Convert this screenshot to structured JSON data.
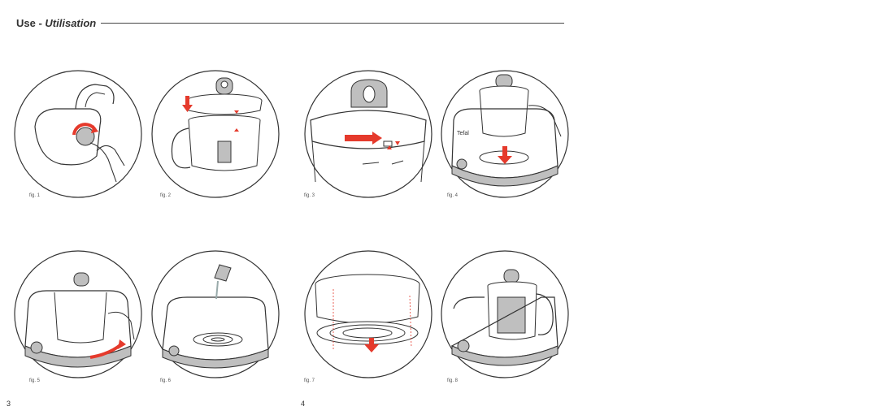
{
  "header": {
    "title_plain": "Use - ",
    "title_italic": "Utilisation"
  },
  "figures": [
    {
      "caption": "fig. 1",
      "icon": "hand-turning-blade-icon"
    },
    {
      "caption": "fig. 2",
      "icon": "assembling-bowl-icon"
    },
    {
      "caption": "fig. 3",
      "icon": "locking-lid-icon"
    },
    {
      "caption": "fig. 4",
      "icon": "placing-bowl-icon"
    },
    {
      "caption": "fig. 5",
      "icon": "rotating-bowl-icon"
    },
    {
      "caption": "fig. 6",
      "icon": "filling-water-icon"
    },
    {
      "caption": "fig. 7",
      "icon": "inserting-steam-basket-icon"
    },
    {
      "caption": "fig. 8",
      "icon": "steaming-icon"
    }
  ],
  "brand": "Tefal",
  "page_numbers": {
    "left": "3",
    "right": "4"
  },
  "colors": {
    "accent_red": "#e53a2c",
    "line": "#333333",
    "gray": "#bfbfbf"
  }
}
